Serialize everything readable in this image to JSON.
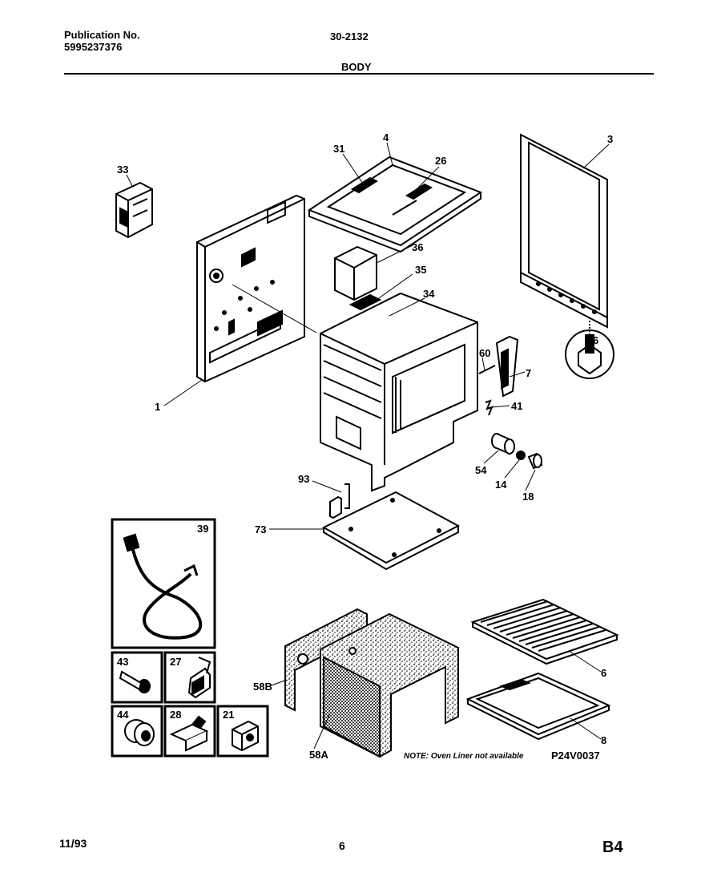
{
  "header": {
    "publication_label": "Publication No.",
    "publication_number": "5995237376",
    "model": "30-2132",
    "section": "BODY"
  },
  "diagram": {
    "callouts": {
      "p33": "33",
      "p31": "31",
      "p4": "4",
      "p26": "26",
      "p3": "3",
      "p36": "36",
      "p35": "35",
      "p34": "34",
      "p6a": "6",
      "p60": "60",
      "p7": "7",
      "p41": "41",
      "p1": "1",
      "p54": "54",
      "p14": "14",
      "p18": "18",
      "p93": "93",
      "p73": "73",
      "p39": "39",
      "p43": "43",
      "p27": "27",
      "p44": "44",
      "p28": "28",
      "p21": "21",
      "p58B": "58B",
      "p58A": "58A",
      "p6b": "6",
      "p8": "8"
    },
    "note": "NOTE: Oven Liner not available",
    "figure_code": "P24V0037"
  },
  "footer": {
    "date": "11/93",
    "page": "6",
    "section_code": "B4"
  }
}
